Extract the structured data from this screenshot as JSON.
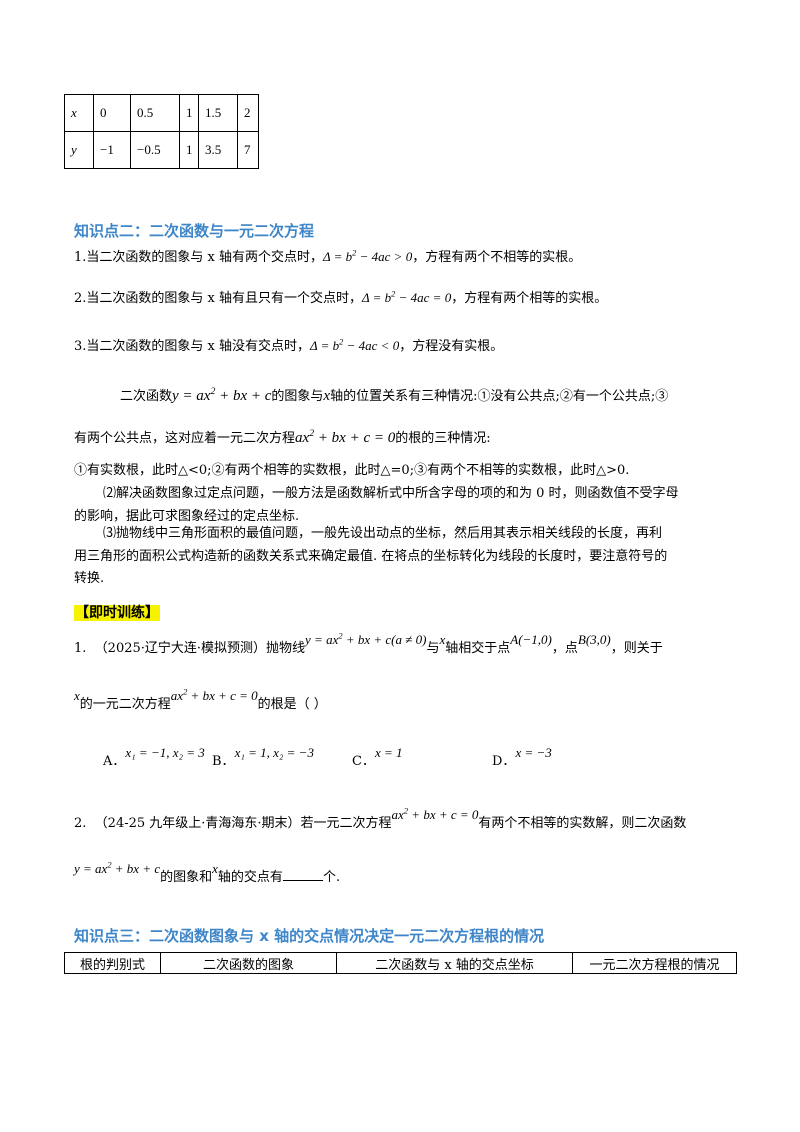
{
  "top_table": {
    "rows": [
      [
        "x",
        "0",
        "0.5",
        "1",
        "1.5",
        "2"
      ],
      [
        "y",
        "−1",
        "−0.5",
        "1",
        "3.5",
        "7"
      ]
    ]
  },
  "section2": {
    "title": "知识点二：二次函数与一元二次方程",
    "p1_a": "1.当二次函数的图象与 x 轴有两个交点时，",
    "p1_f": "Δ = b",
    "p1_f2": " − 4ac > 0",
    "p1_b": "，方程有两个不相等的实根。",
    "p2_a": "2.当二次函数的图象与 x 轴有且只有一个交点时，",
    "p2_f": "Δ = b",
    "p2_f2": " − 4ac = 0",
    "p2_b": "，方程有两个相等的实根。",
    "p3_a": "3.当二次函数的图象与 x 轴没有交点时，",
    "p3_f": "Δ = b",
    "p3_f2": " − 4ac < 0",
    "p3_b": "，方程没有实根。",
    "para_a": "二次函数",
    "para_f": "y = ax",
    "para_f2": " + bx + c",
    "para_b": "的图象与",
    "para_x": "x",
    "para_c": "轴的位置关系有三种情况:①没有公共点;②有一个公共点;③",
    "para2_a": "有两个公共点，这对应着一元二次方程",
    "para2_f": "ax",
    "para2_f2": " + bx + c = 0",
    "para2_b": "的根的三种情况:",
    "para3": "①有实数根，此时△<0;②有两个相等的实数根，此时△=0;③有两个不相等的实数根，此时△>0.",
    "para4_l1": "⑵解决函数图象过定点问题，一般方法是函数解析式中所含字母的项的和为 0 时，则函数值不受字母",
    "para4_l2": "的影响，据此可求图象经过的定点坐标.",
    "para5_l1": "⑶抛物线中三角形面积的最值问题，一般先设出动点的坐标，然后用其表示相关线段的长度，再利",
    "para5_l2": "用三角形的面积公式构造新的函数关系式来确定最值. 在将点的坐标转化为线段的长度时，要注意符号的",
    "para5_l3": "转换."
  },
  "practice": {
    "label": "【即时训练】",
    "q1_num": "1.",
    "q1_src": "（2025·辽宁大连·模拟预测）抛物线",
    "q1_f": "y = ax",
    "q1_f2": " + bx + c",
    "q1_cond": "(a ≠ 0)",
    "q1_b": "与",
    "q1_x": "x",
    "q1_c": "轴相交于点",
    "q1_A": "A(−1,0)",
    "q1_d": "，点",
    "q1_B": "B(3,0)",
    "q1_e": "，则关于",
    "q1_l2_x": "x",
    "q1_l2_a": "的一元二次方程",
    "q1_l2_f": "ax",
    "q1_l2_f2": " + bx + c = 0",
    "q1_l2_b": "的根是（    ）",
    "opt_A_label": "A．",
    "opt_A": "x₁ = −1, x₂ = 3",
    "opt_B_label": "B．",
    "opt_B": "x₁ = 1, x₂ = −3",
    "opt_C_label": "C．",
    "opt_C": "x = 1",
    "opt_D_label": "D．",
    "opt_D": "x = −3",
    "q2_num": "2.",
    "q2_src": "（24-25 九年级上·青海海东·期末）若一元二次方程",
    "q2_f": "ax",
    "q2_f2": " + bx + c = 0",
    "q2_b": "有两个不相等的实数解，则二次函数",
    "q2_l2_f": "y = ax",
    "q2_l2_f2": " + bx + c",
    "q2_l2_a": "的图象和",
    "q2_l2_x": "x",
    "q2_l2_b": "轴的交点有",
    "q2_l2_c": "个."
  },
  "section3": {
    "title": "知识点三：二次函数图象与 x 轴的交点情况决定一元二次方程根的情况",
    "headers": [
      "根的判别式",
      "二次函数的图象",
      "二次函数与 x 轴的交点坐标",
      "一元二次方程根的情况"
    ]
  },
  "sup2": "2"
}
